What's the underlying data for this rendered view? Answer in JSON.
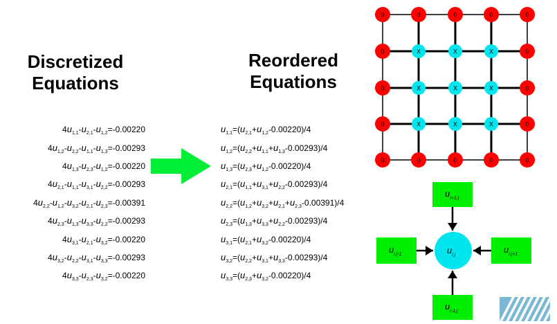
{
  "headings": {
    "left": [
      "Discretized",
      "Equations"
    ],
    "right": [
      "Reordered",
      "Equations"
    ]
  },
  "equations_left": [
    [
      [
        "t",
        "4"
      ],
      [
        "u",
        "1,1"
      ],
      [
        "t",
        "-"
      ],
      [
        "u",
        "2,1"
      ],
      [
        "t",
        "-"
      ],
      [
        "u",
        "1,2"
      ],
      [
        "t",
        "=-0.00220"
      ]
    ],
    [
      [
        "t",
        "4"
      ],
      [
        "u",
        "1,2"
      ],
      [
        "t",
        "-"
      ],
      [
        "u",
        "2,2"
      ],
      [
        "t",
        "-"
      ],
      [
        "u",
        "1,1"
      ],
      [
        "t",
        "-"
      ],
      [
        "u",
        "1,3"
      ],
      [
        "t",
        "=-0.00293"
      ]
    ],
    [
      [
        "t",
        "4"
      ],
      [
        "u",
        "1,3"
      ],
      [
        "t",
        "-"
      ],
      [
        "u",
        "2,3"
      ],
      [
        "t",
        "-"
      ],
      [
        "u",
        "1,2"
      ],
      [
        "t",
        "=-0.00220"
      ]
    ],
    [
      [
        "t",
        "4"
      ],
      [
        "u",
        "2,1"
      ],
      [
        "t",
        "-"
      ],
      [
        "u",
        "1,1"
      ],
      [
        "t",
        "-"
      ],
      [
        "u",
        "3,1"
      ],
      [
        "t",
        "-"
      ],
      [
        "u",
        "2,2"
      ],
      [
        "t",
        "=-0.00293"
      ]
    ],
    [
      [
        "t",
        "4"
      ],
      [
        "u",
        "2,2"
      ],
      [
        "t",
        "-"
      ],
      [
        "u",
        "1,2"
      ],
      [
        "t",
        "-"
      ],
      [
        "u",
        "3,2"
      ],
      [
        "t",
        "-"
      ],
      [
        "u",
        "2,1"
      ],
      [
        "t",
        "-"
      ],
      [
        "u",
        "2,3"
      ],
      [
        "t",
        "=-0.00391"
      ]
    ],
    [
      [
        "t",
        "4"
      ],
      [
        "u",
        "2,3"
      ],
      [
        "t",
        "-"
      ],
      [
        "u",
        "1,3"
      ],
      [
        "t",
        "-"
      ],
      [
        "u",
        "3,3"
      ],
      [
        "t",
        "-"
      ],
      [
        "u",
        "2,2"
      ],
      [
        "t",
        "=-0.00293"
      ]
    ],
    [
      [
        "t",
        "4"
      ],
      [
        "u",
        "3,1"
      ],
      [
        "t",
        "-"
      ],
      [
        "u",
        "2,1"
      ],
      [
        "t",
        "-"
      ],
      [
        "u",
        "3,2"
      ],
      [
        "t",
        "=-0.00220"
      ]
    ],
    [
      [
        "t",
        "4"
      ],
      [
        "u",
        "3,2"
      ],
      [
        "t",
        "-"
      ],
      [
        "u",
        "2,2"
      ],
      [
        "t",
        "-"
      ],
      [
        "u",
        "3,1"
      ],
      [
        "t",
        "-"
      ],
      [
        "u",
        "3,3"
      ],
      [
        "t",
        "=-0.00293"
      ]
    ],
    [
      [
        "t",
        "4"
      ],
      [
        "u",
        "3,3"
      ],
      [
        "t",
        "-"
      ],
      [
        "u",
        "2,3"
      ],
      [
        "t",
        "-"
      ],
      [
        "u",
        "3,2"
      ],
      [
        "t",
        "=-0.00220"
      ]
    ]
  ],
  "equations_right": [
    [
      [
        "u",
        "1,1"
      ],
      [
        "t",
        "=("
      ],
      [
        "u",
        "2,1"
      ],
      [
        "t",
        "+"
      ],
      [
        "u",
        "1,2"
      ],
      [
        "t",
        "-0.00220)/4"
      ]
    ],
    [
      [
        "u",
        "1,2"
      ],
      [
        "t",
        "=("
      ],
      [
        "u",
        "2,2"
      ],
      [
        "t",
        "+"
      ],
      [
        "u",
        "1,1"
      ],
      [
        "t",
        "+"
      ],
      [
        "u",
        "1,3"
      ],
      [
        "t",
        "-0.00293)/4"
      ]
    ],
    [
      [
        "u",
        "1,3"
      ],
      [
        "t",
        "=("
      ],
      [
        "u",
        "2,3"
      ],
      [
        "t",
        "+"
      ],
      [
        "u",
        "1,2"
      ],
      [
        "t",
        "-0.00220)/4"
      ]
    ],
    [
      [
        "u",
        "2,1"
      ],
      [
        "t",
        "=("
      ],
      [
        "u",
        "1,1"
      ],
      [
        "t",
        "+"
      ],
      [
        "u",
        "3,1"
      ],
      [
        "t",
        "+"
      ],
      [
        "u",
        "2,2"
      ],
      [
        "t",
        "-0.00293)/4"
      ]
    ],
    [
      [
        "u",
        "2,2"
      ],
      [
        "t",
        "=("
      ],
      [
        "u",
        "1,2"
      ],
      [
        "t",
        "+"
      ],
      [
        "u",
        "3,2"
      ],
      [
        "t",
        "+"
      ],
      [
        "u",
        "2,1"
      ],
      [
        "t",
        "+"
      ],
      [
        "u",
        "2,3"
      ],
      [
        "t",
        "-0.00391)/4"
      ]
    ],
    [
      [
        "u",
        "2,3"
      ],
      [
        "t",
        "=("
      ],
      [
        "u",
        "1,3"
      ],
      [
        "t",
        "+"
      ],
      [
        "u",
        "3,3"
      ],
      [
        "t",
        "+"
      ],
      [
        "u",
        "2,2"
      ],
      [
        "t",
        "-0.00293)/4"
      ]
    ],
    [
      [
        "u",
        "3,1"
      ],
      [
        "t",
        "=("
      ],
      [
        "u",
        "2,1"
      ],
      [
        "t",
        "+"
      ],
      [
        "u",
        "3,2"
      ],
      [
        "t",
        "-0.00220)/4"
      ]
    ],
    [
      [
        "u",
        "3,2"
      ],
      [
        "t",
        "=("
      ],
      [
        "u",
        "2,2"
      ],
      [
        "t",
        "+"
      ],
      [
        "u",
        "3,1"
      ],
      [
        "t",
        "+"
      ],
      [
        "u",
        "3,3"
      ],
      [
        "t",
        "-0.00293)/4"
      ]
    ],
    [
      [
        "u",
        "3,3"
      ],
      [
        "t",
        "=("
      ],
      [
        "u",
        "2,3"
      ],
      [
        "t",
        "+"
      ],
      [
        "u",
        "3,2"
      ],
      [
        "t",
        "-0.00220)/4"
      ]
    ]
  ],
  "grid": {
    "size": 5,
    "boundary_label": "0",
    "interior_label": "X",
    "boundary_color": "#ff0000",
    "interior_color": "#00e5ee"
  },
  "stencil": {
    "center": [
      "u",
      "i,j"
    ],
    "top": [
      "u",
      "i+1,j"
    ],
    "bottom": [
      "u",
      "i-1,j"
    ],
    "left": [
      "u",
      "i,j-1"
    ],
    "right": [
      "u",
      "i,j+1"
    ],
    "box_color": "#00ee00",
    "center_color": "#00e5ee"
  },
  "colors": {
    "arrow": "#00ee33"
  },
  "logo": {
    "icon": "striped-logo-icon"
  }
}
